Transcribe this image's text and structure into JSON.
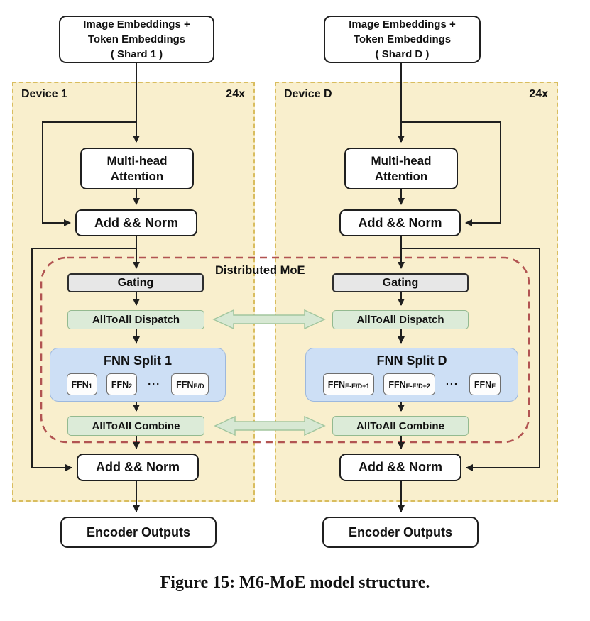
{
  "figure_caption": "Figure 15: M6-MoE model structure.",
  "moe": {
    "label": "Distributed MoE"
  },
  "shards": [
    {
      "line1": "Image Embeddings +",
      "line2": "Token Embeddings",
      "line3": "( Shard 1 )"
    },
    {
      "line1": "Image Embeddings +",
      "line2": "Token Embeddings",
      "line3": "( Shard D )"
    }
  ],
  "devices": [
    {
      "label": "Device 1",
      "repeat_badge": "24x",
      "mha": "Multi-head Attention",
      "add_norm_1": "Add && Norm",
      "gating": "Gating",
      "dispatch": "AllToAll Dispatch",
      "fnn_title": "FNN Split 1",
      "ffns": [
        {
          "base": "FFN",
          "sub": "1"
        },
        {
          "base": "FFN",
          "sub": "2"
        },
        {
          "base": "FFN",
          "sub": "E/D"
        }
      ],
      "dots": "···",
      "combine": "AllToAll Combine",
      "add_norm_2": "Add && Norm",
      "encoder_outputs": "Encoder Outputs"
    },
    {
      "label": "Device D",
      "repeat_badge": "24x",
      "mha": "Multi-head Attention",
      "add_norm_1": "Add && Norm",
      "gating": "Gating",
      "dispatch": "AllToAll Dispatch",
      "fnn_title": "FNN Split D",
      "ffns": [
        {
          "base": "FFN",
          "sub": "E-E/D+1"
        },
        {
          "base": "FFN",
          "sub": "E-E/D+2"
        },
        {
          "base": "FFN",
          "sub": "E"
        }
      ],
      "dots": "···",
      "combine": "AllToAll Combine",
      "add_norm_2": "Add && Norm",
      "encoder_outputs": "Encoder Outputs"
    }
  ],
  "colors": {
    "device_fill": "#f9efcd",
    "device_border": "#d9bd5f",
    "node_border": "#1f1f1f",
    "gating_fill": "#e7e7e7",
    "green_fill": "#dcebd8",
    "green_border": "#94ba90",
    "blue_fill": "#cddff5",
    "blue_border": "#9db8dd",
    "moe_dash": "#b25452",
    "arrow": "#1f1f1f"
  }
}
